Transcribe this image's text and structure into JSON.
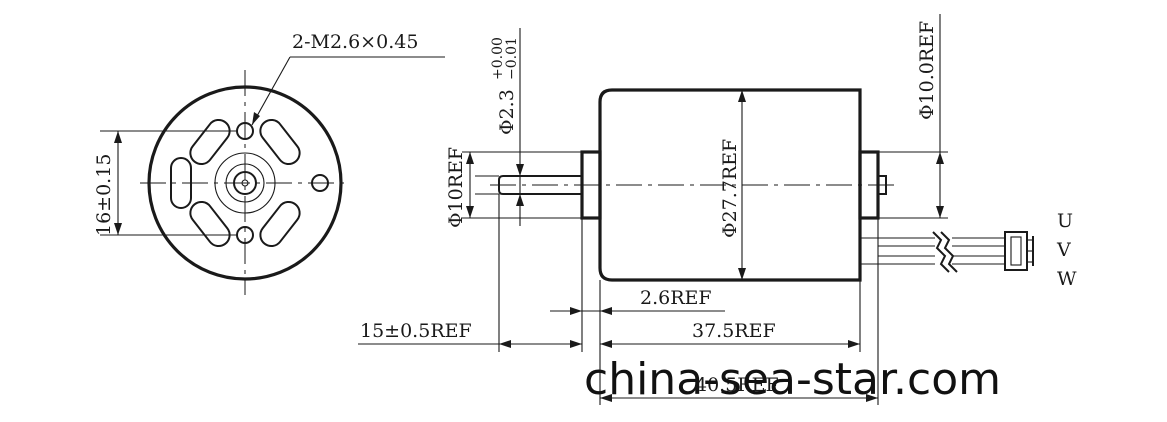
{
  "labels": {
    "thread": "2-M2.6×0.45",
    "hole_spacing": "16±0.15",
    "shaft_diameter": "Φ2.3",
    "shaft_tol_upper": "+0.00",
    "shaft_tol_lower": "−0.01",
    "front_boss": "Φ10REF",
    "body_diameter": "Φ27.7REF",
    "rear_boss": "Φ10.0REF",
    "boss_length": "2.6REF",
    "shaft_length": "15±0.5REF",
    "body_length": "37.5REF",
    "overall_length": "40.5REF"
  },
  "wires": [
    "U",
    "V",
    "W"
  ],
  "watermark": "china-sea-star.com"
}
